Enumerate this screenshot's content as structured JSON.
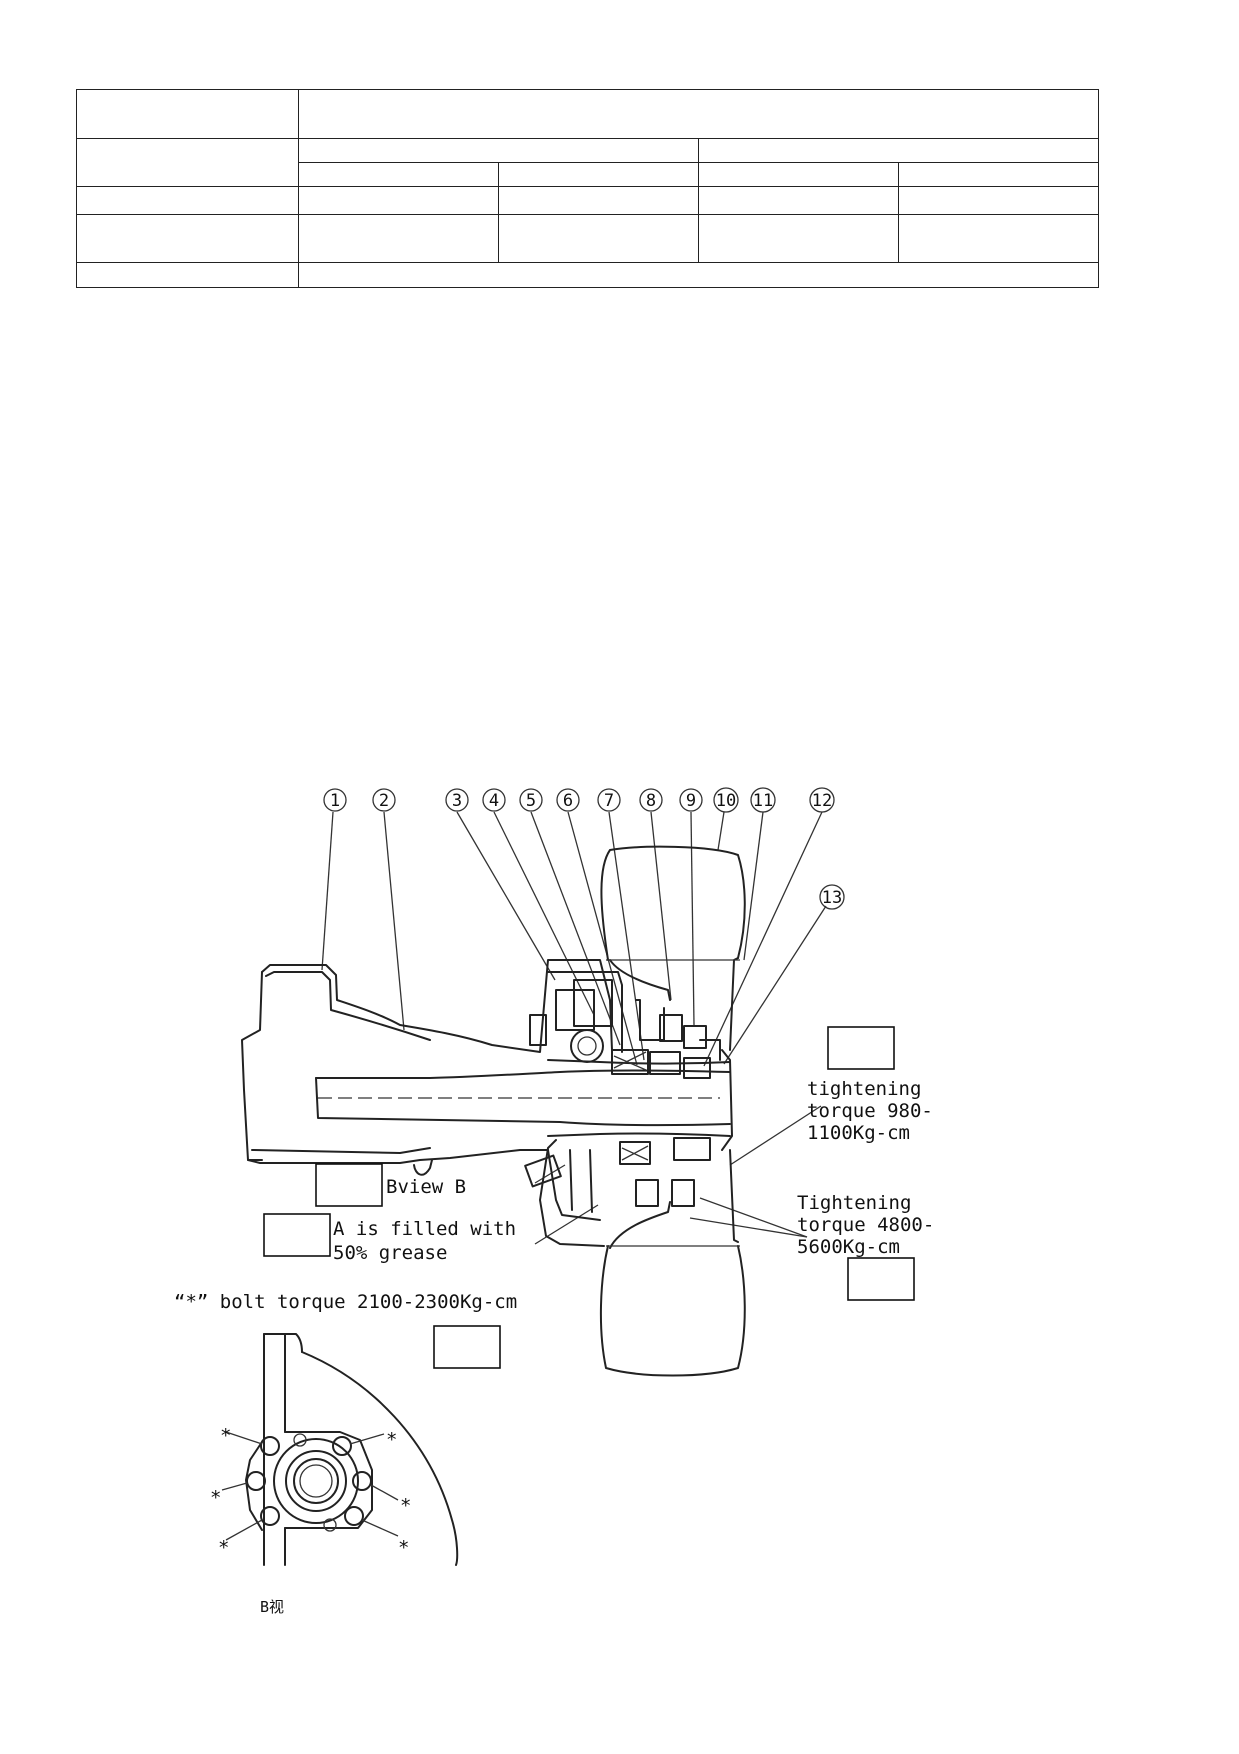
{
  "callouts": [
    "1",
    "2",
    "3",
    "4",
    "5",
    "6",
    "7",
    "8",
    "9",
    "10",
    "11",
    "12",
    "13"
  ],
  "notes": {
    "view_b": "Bview B",
    "grease_line1": "A is filled with",
    "grease_line2": "50% grease",
    "torque_980_line1": "tightening",
    "torque_980_line2": "torque 980-",
    "torque_980_line3": "1100Kg-cm",
    "torque_4800_line1": "Tightening",
    "torque_4800_line2": "torque 4800-",
    "torque_4800_line3": "5600Kg-cm",
    "bolt_torque": "“*” bolt torque 2100-2300Kg-cm",
    "asterisk": "*"
  },
  "view_caption": "B视"
}
